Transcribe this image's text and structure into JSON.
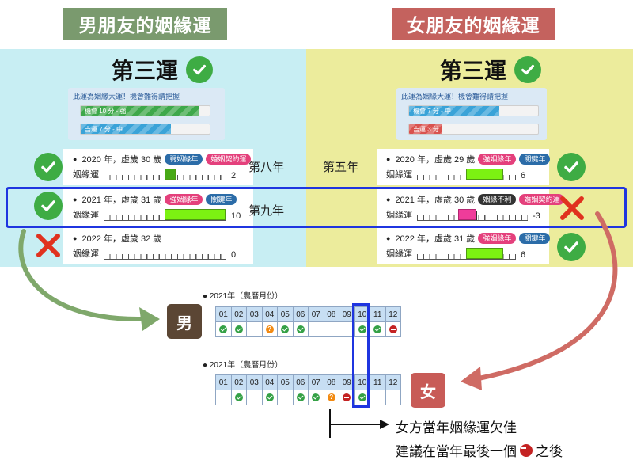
{
  "headers": {
    "male": "男朋友的姻緣運",
    "female": "女朋友的姻緣運"
  },
  "luck_title": {
    "male": "第三運",
    "female": "第三運"
  },
  "summary": {
    "male": {
      "note": "此運為姻緣大運！機會難得請把握",
      "bar1_label": "機會 10 分 - 強",
      "bar1_level": 0.92,
      "bar1_color": "#3ea84a",
      "bar2_label": "吉運 7 分 - 中",
      "bar2_level": 0.7,
      "bar2_color": "#3aa3d8"
    },
    "female": {
      "note": "此運為姻緣大運！機會難得請把握",
      "bar1_label": "機會 7 分 - 中",
      "bar1_level": 0.7,
      "bar1_color": "#3aa3d8",
      "bar2_label": "吉運 3 分 - 凶",
      "bar2_level": 0.26,
      "bar2_color": "#d9534f"
    }
  },
  "ruler_label": "姻緣運",
  "male_years": [
    {
      "year": "2020 年，虛歲 30 歲",
      "pill1": "弱姻緣年",
      "pill2": "婚姻契約運",
      "score": "2",
      "status": "ok"
    },
    {
      "year": "2021 年，虛歲 31 歲",
      "pill1": "強姻緣年",
      "pill2": "關鍵年",
      "score": "10",
      "status": "ok"
    },
    {
      "year": "2022 年，虛歲 32 歲",
      "score": "0",
      "status": "x"
    }
  ],
  "female_years": [
    {
      "year": "2020 年，虛歲 29 歲",
      "pill1": "強姻緣年",
      "pill2": "關鍵年",
      "score": "6",
      "status": "ok"
    },
    {
      "year": "2021 年，虛歲 30 歲",
      "pill1": "姻緣不利",
      "pill2": "婚姻契約運",
      "score": "-3",
      "status": "x"
    },
    {
      "year": "2022 年，虛歲 31 歲",
      "pill1": "強姻緣年",
      "pill2": "關鍵年",
      "score": "6",
      "status": "ok"
    }
  ],
  "side_labels": {
    "male_2020": "第八年",
    "male_2021": "第九年",
    "female_2020": "第五年"
  },
  "calendar": {
    "title": "2021年（農曆月份）",
    "months": [
      "01",
      "02",
      "03",
      "04",
      "05",
      "06",
      "07",
      "08",
      "09",
      "10",
      "11",
      "12"
    ],
    "male_status": [
      "ok",
      "ok",
      "",
      "q",
      "ok",
      "ok",
      "",
      "",
      "",
      "ok",
      "ok",
      "no"
    ],
    "female_status": [
      "",
      "ok",
      "",
      "ok",
      "",
      "ok",
      "ok",
      "q",
      "no",
      "ok",
      "",
      ""
    ]
  },
  "labels": {
    "male": "男",
    "female": "女"
  },
  "advice": {
    "line1": "女方當年姻緣運欠佳",
    "line2_before": "建議在當年最後一個",
    "line2_after": "之後"
  },
  "colors": {
    "panel_left": "#c8eef3",
    "panel_right": "#ecec9c",
    "highlight": "#1f35e0",
    "bar_green": "#7cf212",
    "bar_pink": "#ef3c9a"
  }
}
